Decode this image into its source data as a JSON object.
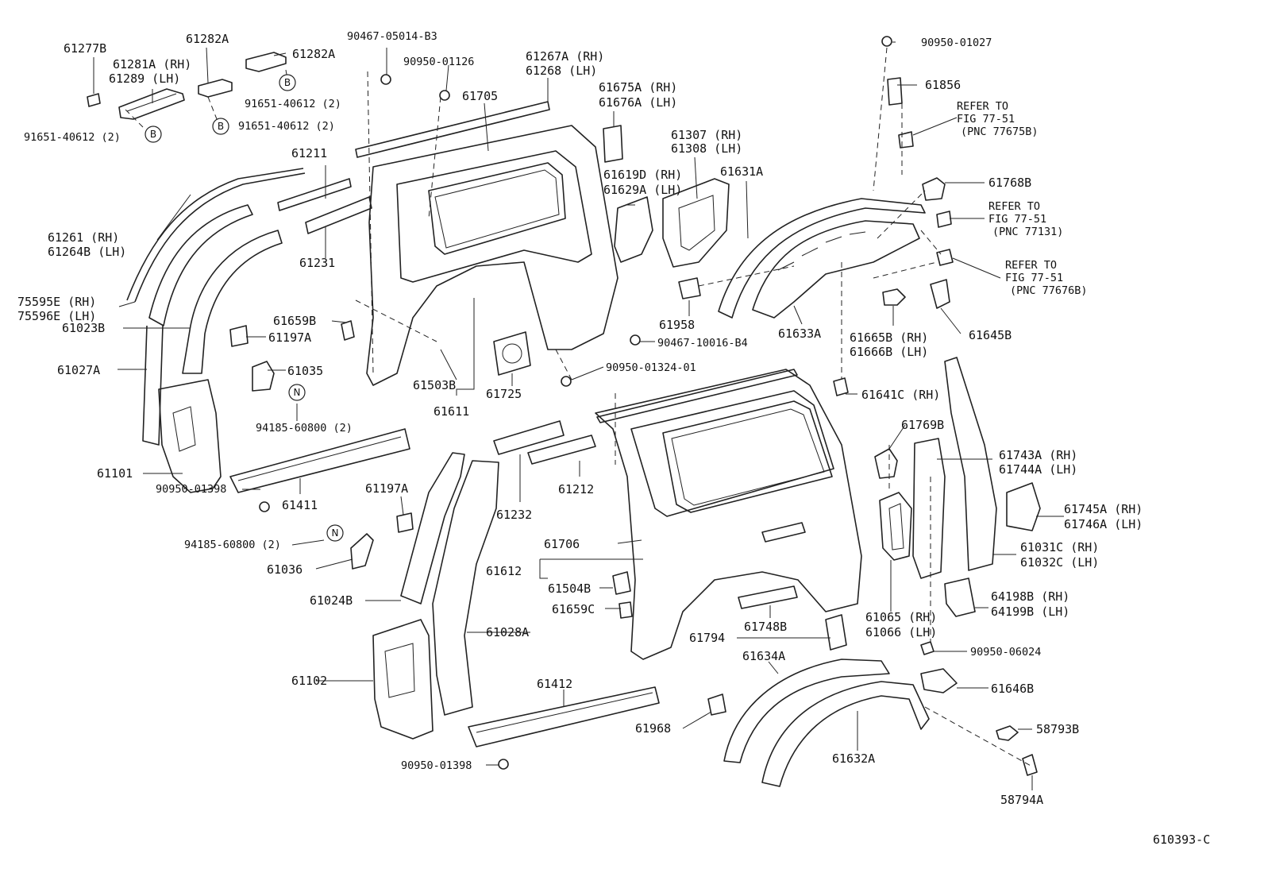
{
  "diagram": {
    "figure_code": "610393-C",
    "labels": [
      "61277B",
      "61281A (RH)",
      "61289  (LH)",
      "61282A",
      "61282A",
      "91651-40612 (2)",
      "91651-40612 (2)",
      "91651-40612 (2)",
      "90467-05014-B3",
      "90950-01126",
      "61267A (RH)",
      "61268  (LH)",
      "90950-01027",
      "61856",
      "REFER TO",
      "FIG 77-51",
      "(PNC 77675B)",
      "61705",
      "61675A (RH)",
      "61676A (LH)",
      "61307 (RH)",
      "61308 (LH)",
      "61211",
      "61231",
      "61261  (RH)",
      "61264B (LH)",
      "61619D (RH)",
      "61629A (LH)",
      "61631A",
      "61768B",
      "REFER TO",
      "FIG 77-51",
      "(PNC 77131)",
      "REFER TO",
      "FIG 77-51",
      "(PNC 77676B)",
      "75595E (RH)",
      "75596E (LH)",
      "61023B",
      "61659B",
      "61197A",
      "61035",
      "61027A",
      "61958",
      "90467-10016-B4",
      "61633A",
      "61665B (RH)",
      "61666B (LH)",
      "61645B",
      "61503B",
      "61725",
      "61611",
      "90950-01324-01",
      "94185-60800 (2)",
      "61641C (RH)",
      "61769B",
      "61101",
      "61743A (RH)",
      "61744A (LH)",
      "61232",
      "61212",
      "90950-01398",
      "61411",
      "61197A",
      "61745A (RH)",
      "61746A (LH)",
      "94185-60800 (2)",
      "61706",
      "61031C (RH)",
      "61032C (LH)",
      "61036",
      "61612",
      "61504B",
      "61024B",
      "61659C",
      "64198B (RH)",
      "64199B (LH)",
      "61748B",
      "61065 (RH)",
      "61066 (LH)",
      "61028A",
      "61794",
      "90950-06024",
      "61634A",
      "61102",
      "61646B",
      "61412",
      "61968",
      "58793B",
      "61632A",
      "90950-01398",
      "58794A"
    ],
    "circle_letters": [
      "B",
      "B",
      "B",
      "N",
      "N"
    ]
  }
}
